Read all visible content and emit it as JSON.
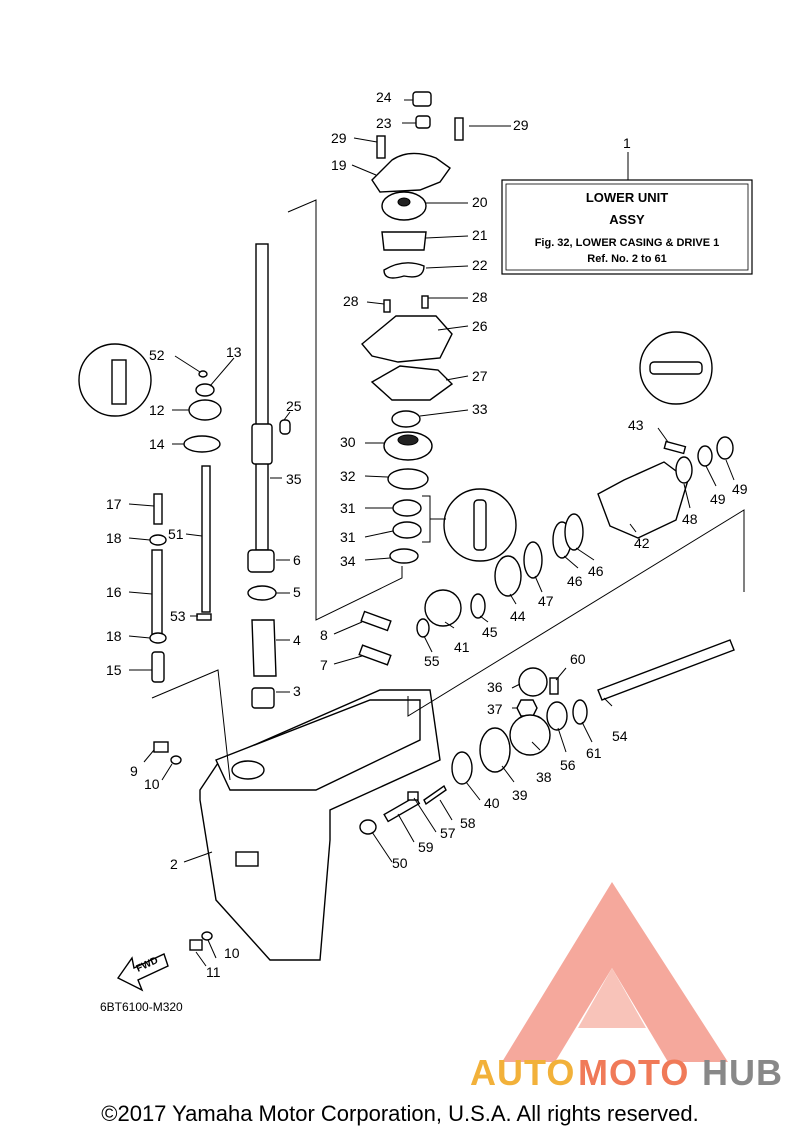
{
  "info_box": {
    "ref_number": "1",
    "line1": "LOWER UNIT",
    "line2": "ASSY",
    "line3": "Fig. 32, LOWER CASING & DRIVE 1",
    "line4": "Ref. No. 2 to 61"
  },
  "drawing_code": "6BT6100-M320",
  "fwd_label": "FWD",
  "copyright": "©2017 Yamaha Motor Corporation, U.S.A. All rights reserved.",
  "watermark": {
    "part1": "AUTO",
    "part2": "MOTO",
    "part3": "HUB"
  },
  "callouts": {
    "c2": "2",
    "c3": "3",
    "c4": "4",
    "c5": "5",
    "c6": "6",
    "c7": "7",
    "c8": "8",
    "c9": "9",
    "c10a": "10",
    "c10b": "10",
    "c11": "11",
    "c12": "12",
    "c13": "13",
    "c14": "14",
    "c15": "15",
    "c16": "16",
    "c17": "17",
    "c18a": "18",
    "c18b": "18",
    "c19": "19",
    "c20": "20",
    "c21": "21",
    "c22": "22",
    "c23": "23",
    "c24": "24",
    "c25": "25",
    "c26": "26",
    "c27": "27",
    "c28a": "28",
    "c28b": "28",
    "c29a": "29",
    "c29b": "29",
    "c30": "30",
    "c31a": "31",
    "c31b": "31",
    "c32": "32",
    "c33": "33",
    "c34": "34",
    "c35": "35",
    "c36": "36",
    "c37": "37",
    "c38": "38",
    "c39": "39",
    "c40": "40",
    "c41": "41",
    "c42": "42",
    "c43": "43",
    "c44": "44",
    "c45": "45",
    "c46a": "46",
    "c46b": "46",
    "c47": "47",
    "c48": "48",
    "c49a": "49",
    "c49b": "49",
    "c50": "50",
    "c51": "51",
    "c52": "52",
    "c53": "53",
    "c54": "54",
    "c55": "55",
    "c56": "56",
    "c57": "57",
    "c58": "58",
    "c59": "59",
    "c60": "60",
    "c61": "61"
  },
  "colors": {
    "watermark_triangle": "#f28b7b",
    "auto": "#f2b13a",
    "moto": "#f07a58",
    "hub": "#888888"
  }
}
